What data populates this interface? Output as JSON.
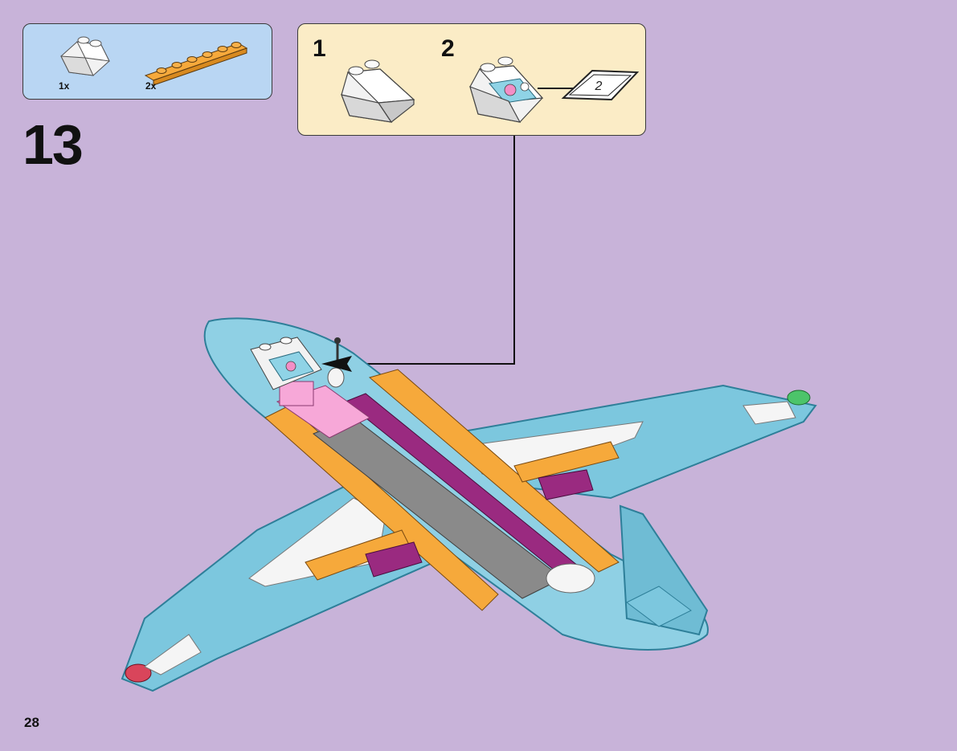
{
  "parts_list": {
    "items": [
      {
        "name": "white-slope-brick-2x2",
        "quantity": "1x",
        "color": "#f4f4f4"
      },
      {
        "name": "orange-plate-1x6",
        "quantity": "2x",
        "color": "#f6a93b"
      }
    ]
  },
  "step": {
    "number": "13"
  },
  "substeps": [
    {
      "number": "1",
      "part": "white-slope-brick"
    },
    {
      "number": "2",
      "part": "printed-slope-brick",
      "sticker_label": "2"
    }
  ],
  "page": {
    "number": "28"
  },
  "colors": {
    "background": "#c8b3d9",
    "parts_box": "#b9d6f3",
    "substep_box": "#fbecc6",
    "plane_body": "#7cc7de",
    "orange": "#f6a93b",
    "magenta": "#9a2a80",
    "gray": "#8a8a8a",
    "pink": "#f7a8d8"
  }
}
